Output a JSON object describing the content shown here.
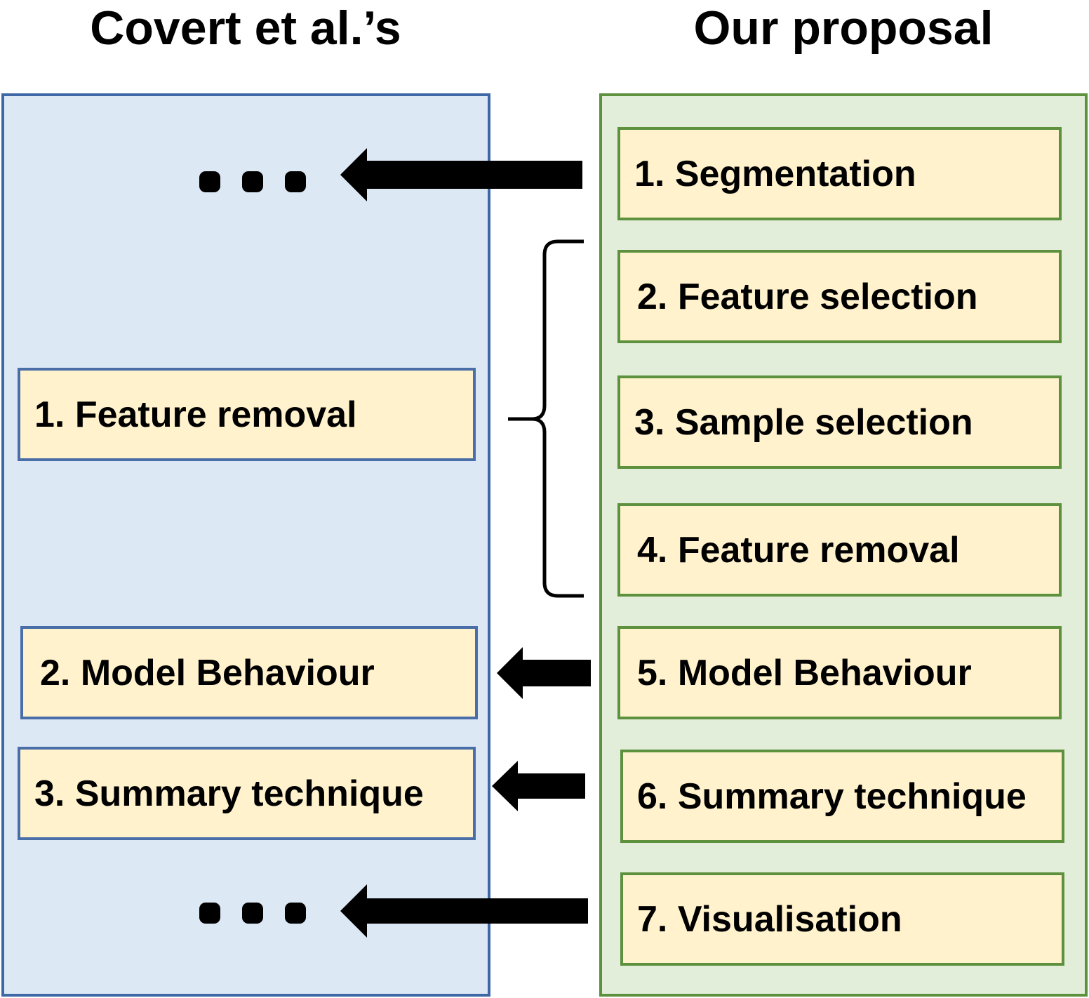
{
  "left_panel": {
    "title": "Covert et al.’s",
    "steps": [
      "1. Feature removal",
      "2. Model Behaviour",
      "3. Summary technique"
    ]
  },
  "right_panel": {
    "title": "Our proposal",
    "steps": [
      "1. Segmentation",
      "2. Feature selection",
      "3. Sample selection",
      "4. Feature removal",
      "5. Model Behaviour",
      "6. Summary technique",
      "7. Visualisation"
    ]
  },
  "colors": {
    "left_panel_fill": "#dde8f5",
    "left_panel_border": "#3e67a5",
    "right_panel_fill": "#e3eeda",
    "right_panel_border": "#5e913e",
    "step_fill": "#fff2cc",
    "arrow": "#000000"
  }
}
